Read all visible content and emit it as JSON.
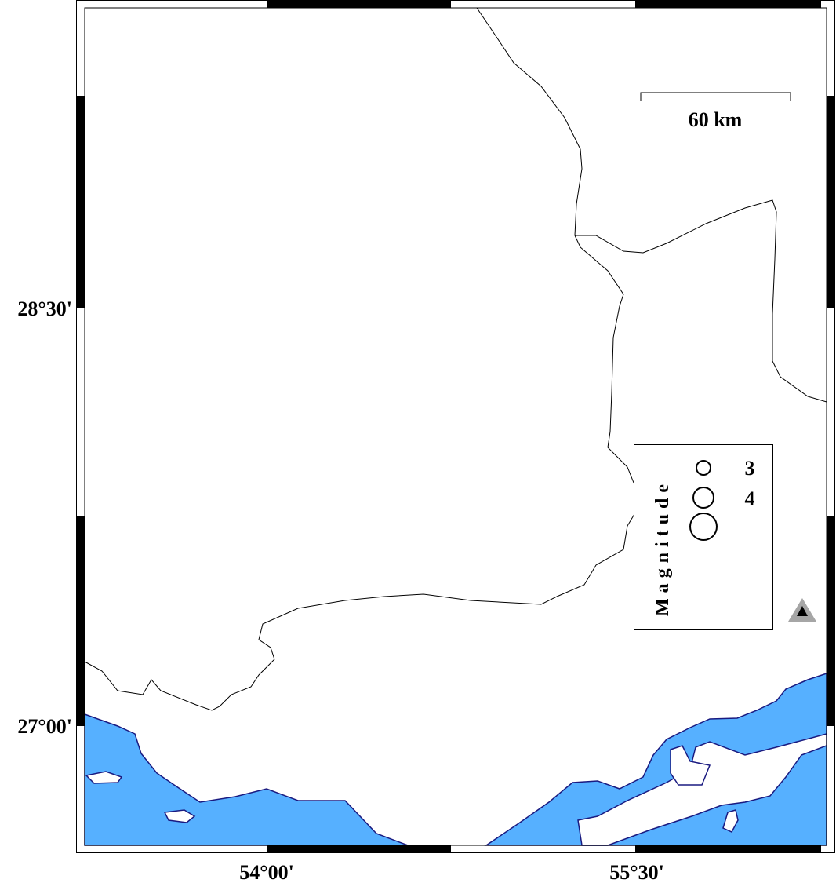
{
  "map": {
    "lat_labels": [
      "28°30'",
      "27°00'"
    ],
    "lon_labels": [
      "54°00'",
      "55°30'"
    ],
    "scale_bar": {
      "label": "60 km"
    },
    "legend": {
      "title": "Magnitude",
      "entries": [
        {
          "label": "3"
        },
        {
          "label": "4"
        },
        {
          "label": ""
        }
      ]
    },
    "colors": {
      "water": "#56b0ff",
      "coastline": "#1a1a80",
      "border": "#000000",
      "station": "#a6a6a6"
    }
  }
}
